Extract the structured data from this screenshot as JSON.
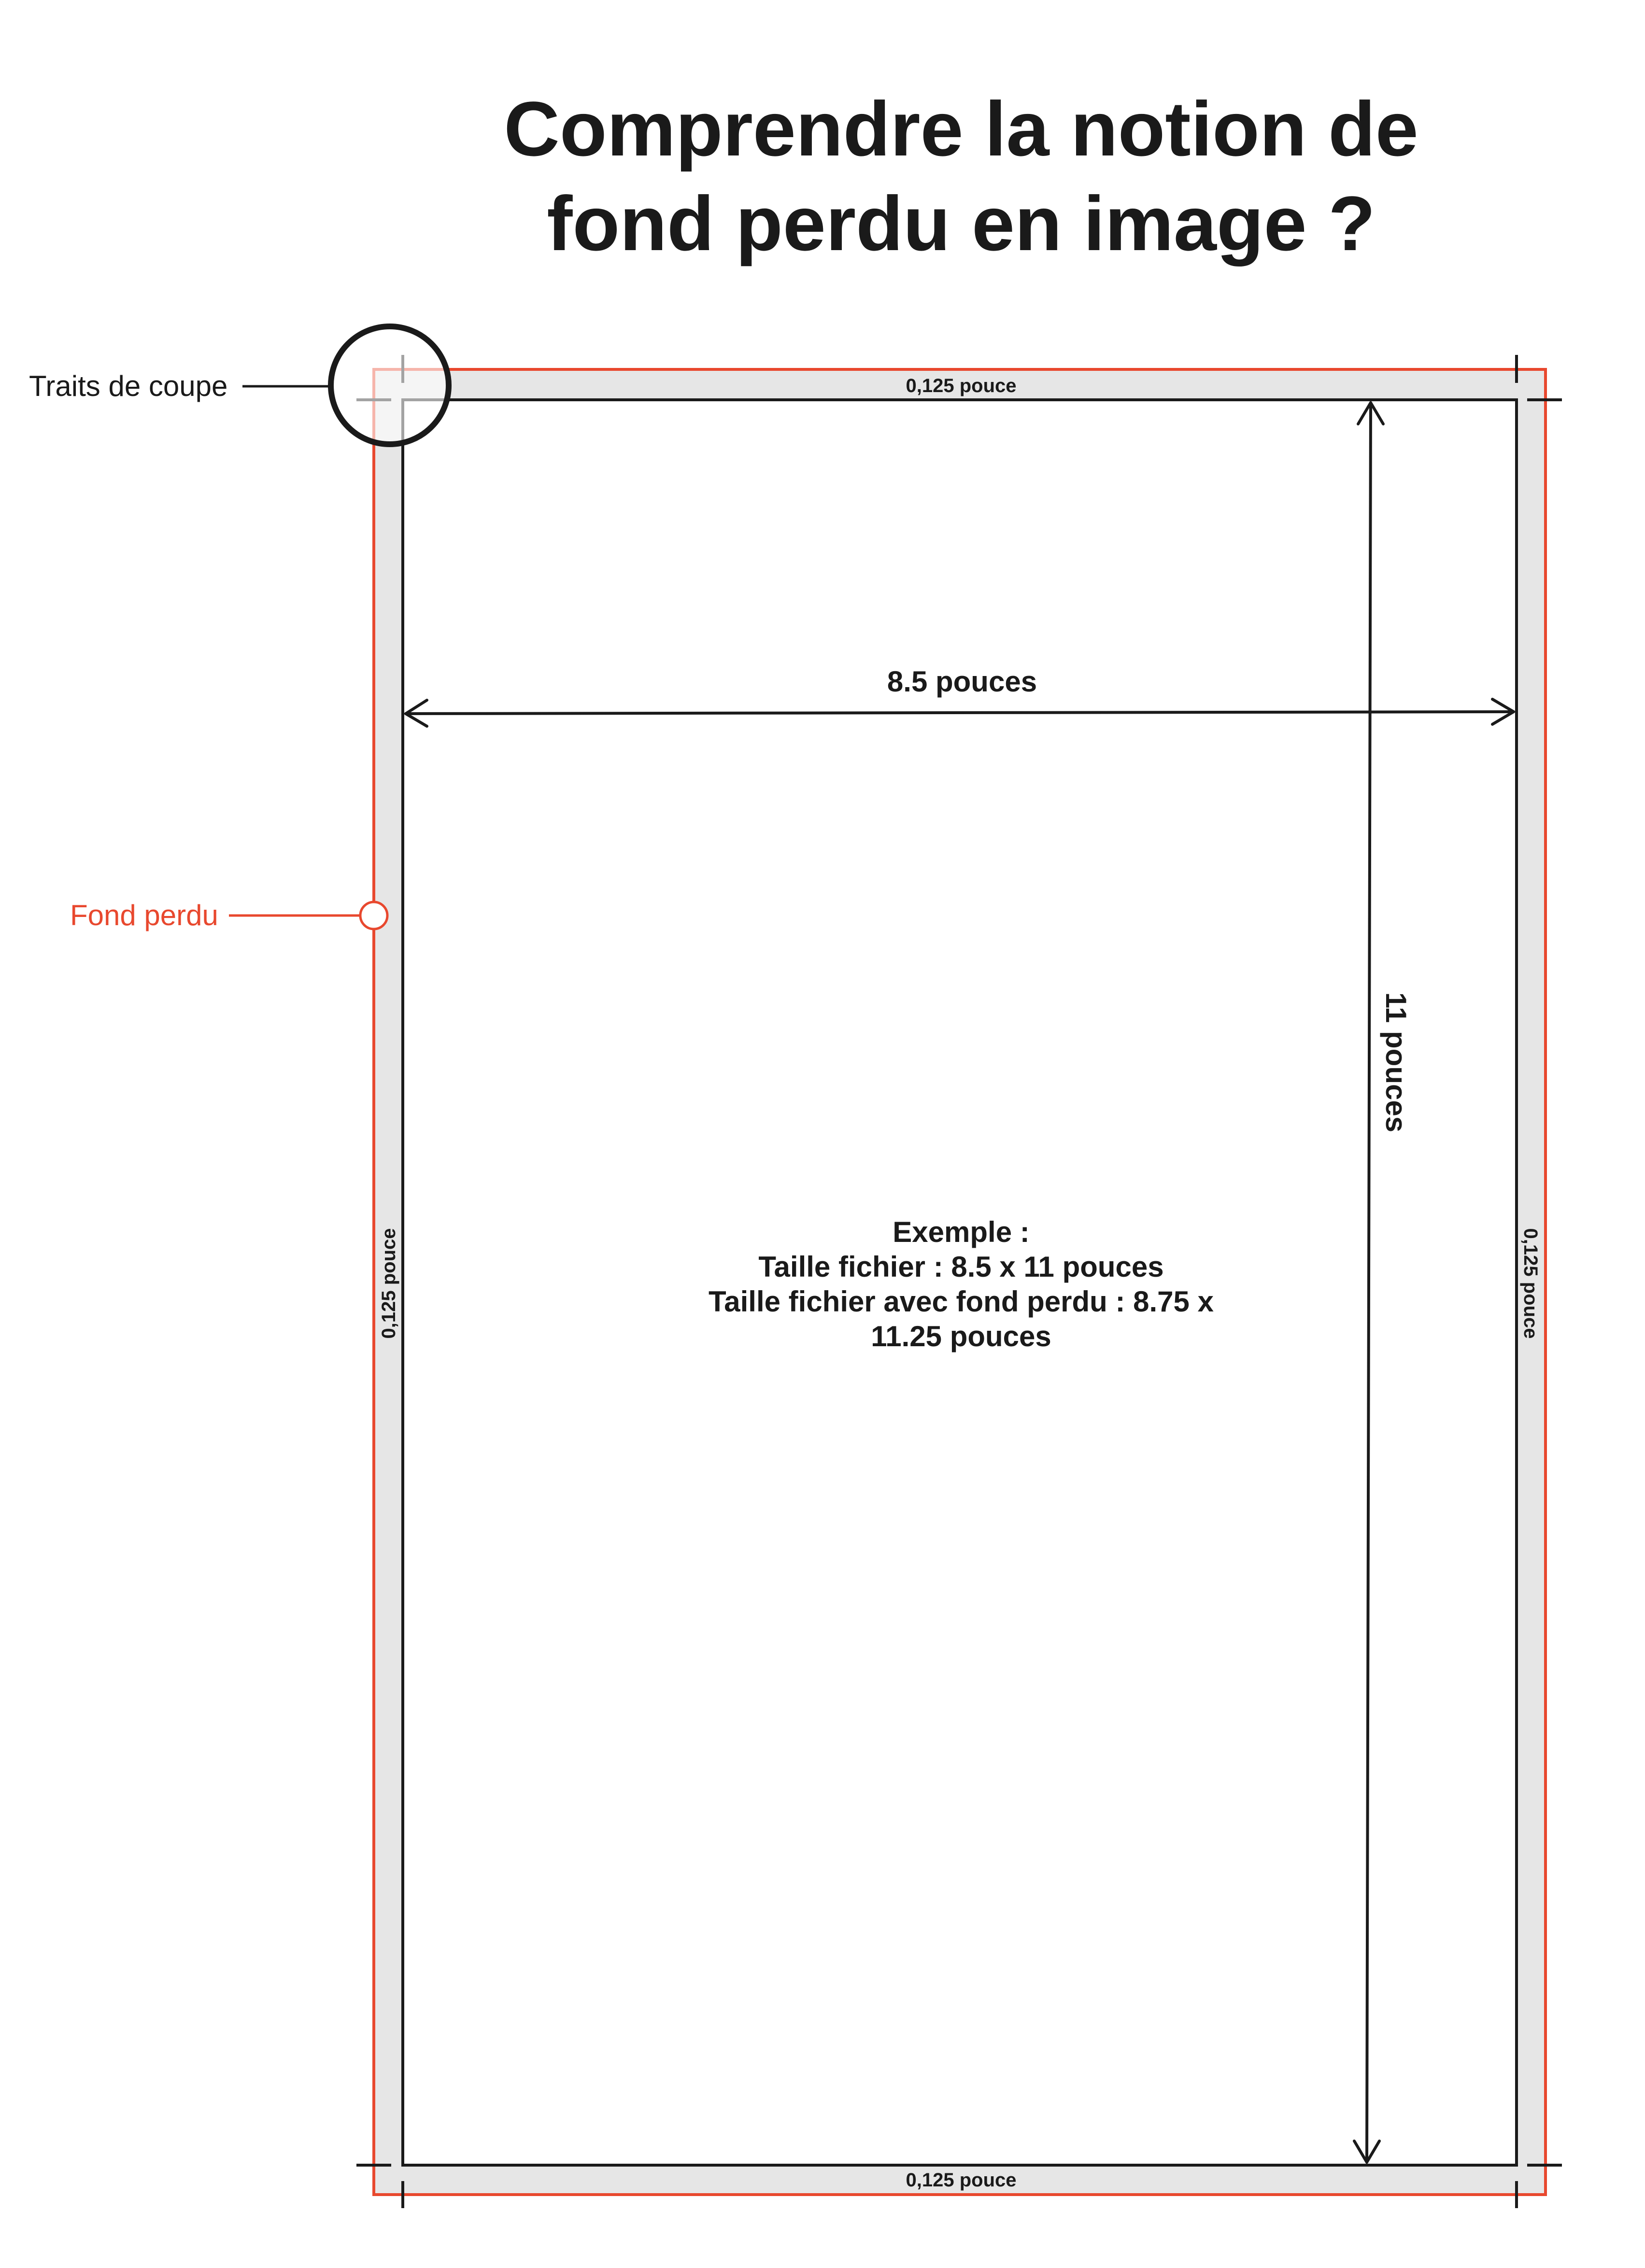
{
  "title": {
    "line1": "Comprendre la notion de",
    "line2": "fond perdu en image ?"
  },
  "labels": {
    "crop_marks": "Traits de coupe",
    "bleed": "Fond perdu",
    "width": "8.5 pouces",
    "height": "11 pouces",
    "bleed_top": "0,125 pouce",
    "bleed_bottom": "0,125 pouce",
    "bleed_left": "0,125 pouce",
    "bleed_right": "0,125 pouce"
  },
  "example": {
    "line1": "Exemple :",
    "line2": "Taille fichier : 8.5 x 11 pouces",
    "line3": "Taille fichier avec fond perdu : 8.75 x",
    "line4": "11.25 pouces"
  },
  "colors": {
    "bleed": "#e8482e",
    "ink": "#1a1a1a",
    "bleed_fill": "#e6e6e6"
  }
}
